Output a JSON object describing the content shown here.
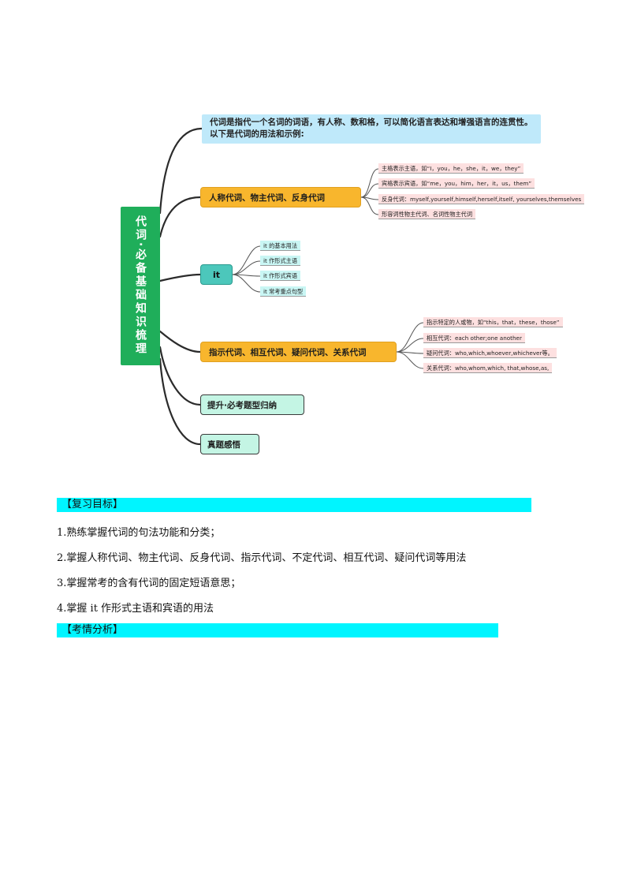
{
  "mindmap": {
    "root": "代词·必备基础知识梳理",
    "intro": "代词是指代一个名词的词语，有人称、数和格，可以简化语言表达和增强语言的连贯性。以下是代词的用法和示例:",
    "branch_personal": "人称代词、物主代词、反身代词",
    "personal_leaves": [
      "主格表示主语，如“I，you，he，she，it，we，they”",
      "宾格表示宾语，如“me，you，him，her，it，us，them”",
      "反身代词：myself,yourself,himself,herself,itself, yourselves,themselves",
      "形容词性物主代词、名词性物主代词"
    ],
    "branch_it": "it",
    "it_leaves": [
      "it 的基本用法",
      "it 作形式主语",
      "it 作形式宾语",
      "it 常考重点句型"
    ],
    "branch_demo": "指示代词、相互代词、疑问代词、关系代词",
    "demo_leaves": [
      "指示特定的人或物，如“this，that，these，those”",
      "相互代词：each other;one another",
      "疑问代词：who,which,whoever,whichever等。",
      "关系代词：who,whom,which, that,whose,as,"
    ],
    "branch_promote": "提升·必考题型归纳",
    "branch_exam": "真题感悟"
  },
  "section_goals": {
    "header": "【复习目标】",
    "items": [
      "1.熟练掌握代词的句法功能和分类；",
      "2.掌握人称代词、物主代词、反身代词、指示代词、不定代词、相互代词、疑问代词等用法",
      "3.掌握常考的含有代词的固定短语意思；",
      "4.掌握 it 作形式主语和宾语的用法"
    ]
  },
  "section_analysis": {
    "header": "【考情分析】"
  },
  "colors": {
    "root_green": "#1fae5a",
    "orange": "#f8b62d",
    "teal": "#4cc7bb",
    "mint": "#c4f5e4",
    "pink_leaf": "#fde0e0",
    "cyan_leaf": "#c9f6f4",
    "header_cyan": "#00f5ff",
    "intro_blue": "#bfe9fa"
  }
}
